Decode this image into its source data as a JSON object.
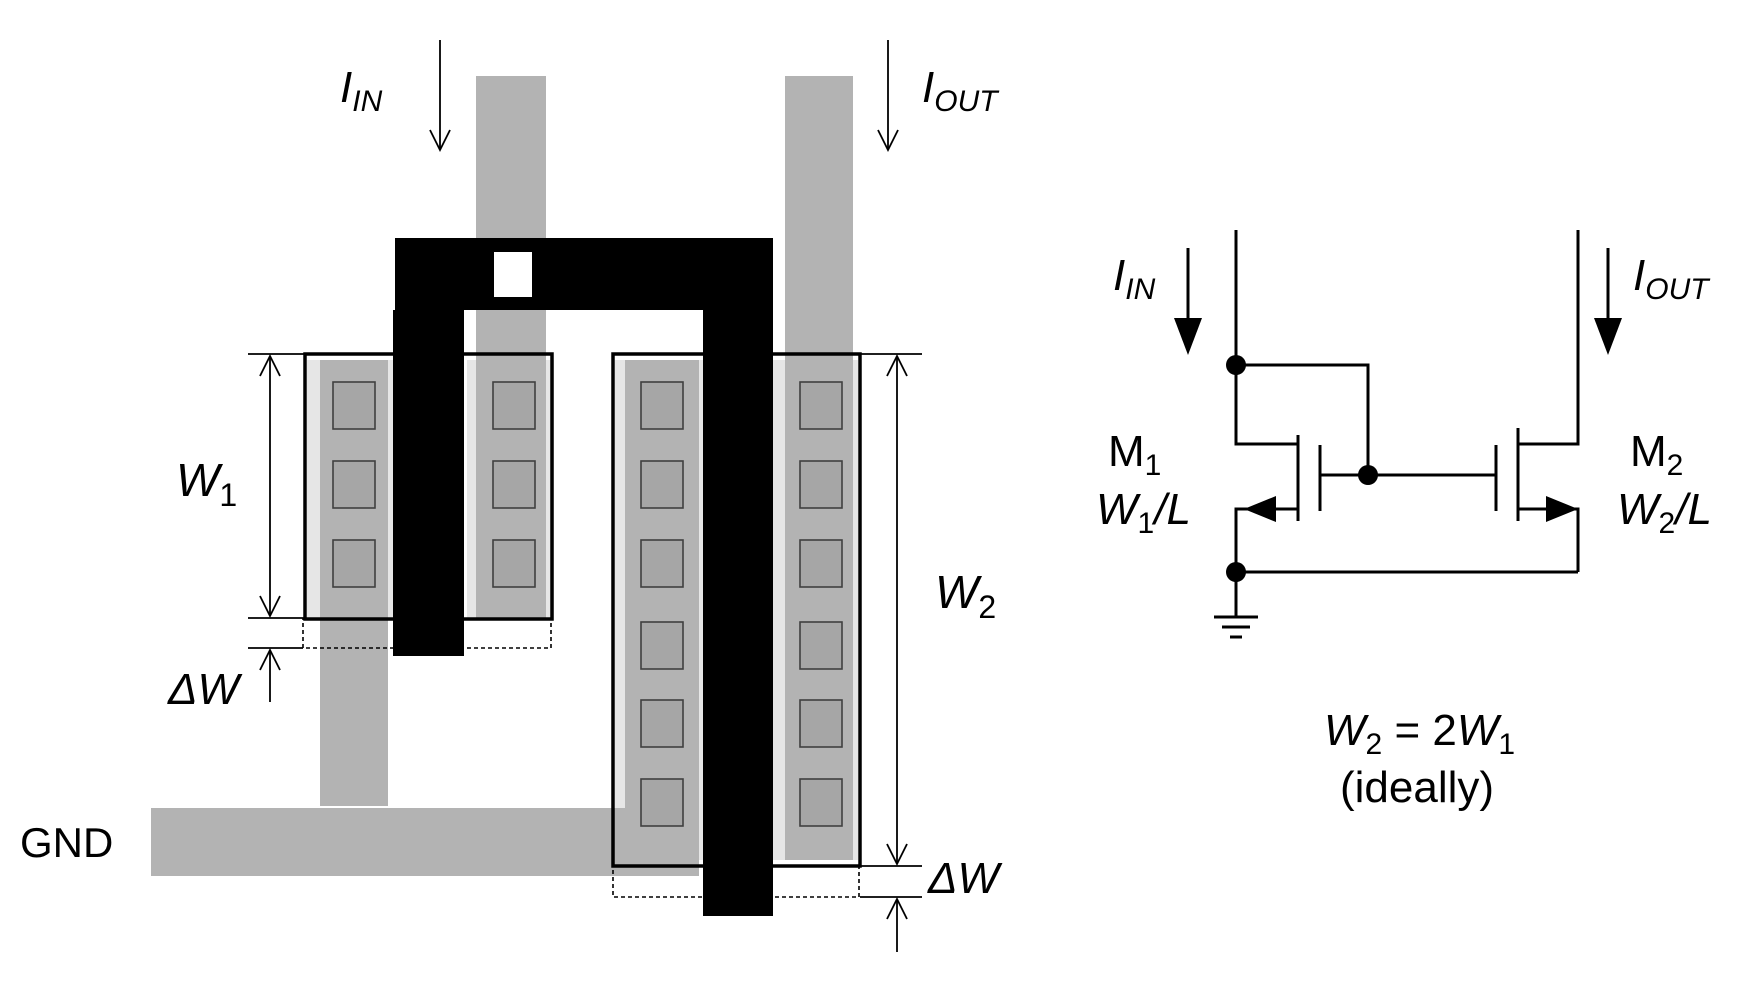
{
  "layout": {
    "current_in": {
      "main": "I",
      "sub": "IN"
    },
    "current_out": {
      "main": "I",
      "sub": "OUT"
    },
    "width1": {
      "main": "W",
      "sub": "1"
    },
    "width2": {
      "main": "W",
      "sub": "2"
    },
    "delta_w_1": "ΔW",
    "delta_w_2": "ΔW",
    "gnd": "GND"
  },
  "schematic": {
    "current_in": {
      "main": "I",
      "sub": "IN"
    },
    "current_out": {
      "main": "I",
      "sub": "OUT"
    },
    "m1": {
      "name": "M",
      "name_sub": "1",
      "ratio_w": "W",
      "ratio_sub": "1",
      "ratio_l": "/L"
    },
    "m2": {
      "name": "M",
      "name_sub": "2",
      "ratio_w": "W",
      "ratio_sub": "2",
      "ratio_l": "/L"
    }
  },
  "equation": {
    "lhs": "W",
    "lhs_sub": "2",
    "mid": " = 2",
    "rhs": "W",
    "rhs_sub": "1",
    "note": "(ideally)"
  },
  "colors": {
    "diffusion": "#b3b3b3",
    "contact_fill": "#a6a6a6",
    "gate_metal": "#000000",
    "light_strip": "#e6e6e6"
  }
}
